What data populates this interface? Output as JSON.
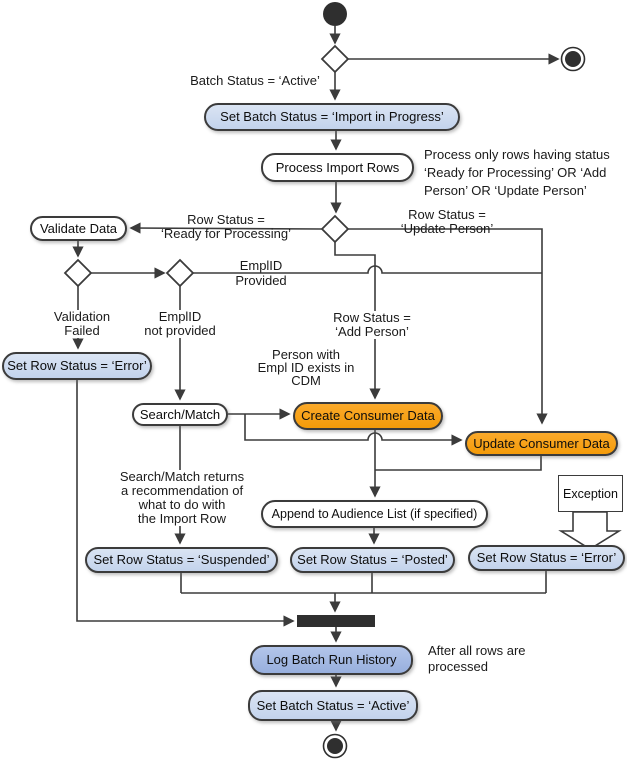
{
  "diagram_type": "activity-flowchart",
  "colors": {
    "line": "#3b3b3b",
    "node_black": "#2f2f2f",
    "light_blue": "#c9d8ee",
    "dark_blue": "#a3b8e3",
    "orange": "#f8a115",
    "white": "#ffffff"
  },
  "nodes": {
    "set_batch_import": "Set Batch Status = ‘Import in Progress’",
    "process_import_rows": "Process Import Rows",
    "validate_data": "Validate Data",
    "set_row_error_left": "Set Row Status = ‘Error’",
    "search_match": "Search/Match",
    "create_consumer": "Create Consumer Data",
    "update_consumer": "Update Consumer Data",
    "append_audience": "Append to Audience List (if specified)",
    "set_row_suspended": "Set Row Status = ‘Suspended’",
    "set_row_posted": "Set Row Status = ‘Posted’",
    "set_row_error_right": "Set Row Status = ‘Error’",
    "log_batch_history": "Log Batch Run History",
    "set_batch_active": "Set Batch Status = ‘Active’",
    "exception_note": "Exception"
  },
  "labels": {
    "batch_active": "Batch Status = ‘Active’",
    "process_note": "Process only rows having status\n‘Ready for Processing’ OR ‘Add\nPerson’ OR ‘Update Person’",
    "ready_processing": "Row Status =\n‘Ready for Processing’",
    "update_person": "Row Status =\n‘Update Person’",
    "emplid_provided": "EmplID\nProvided",
    "validation_failed": "Validation\nFailed",
    "emplid_not_provided": "EmplID\nnot provided",
    "add_person": "Row Status =\n‘Add Person’",
    "person_exists": "Person with\nEmpl ID exists in\nCDM",
    "search_returns": "Search/Match returns\na recommendation of\nwhat to do with\nthe Import Row",
    "after_rows": "After all rows are\nprocessed"
  }
}
